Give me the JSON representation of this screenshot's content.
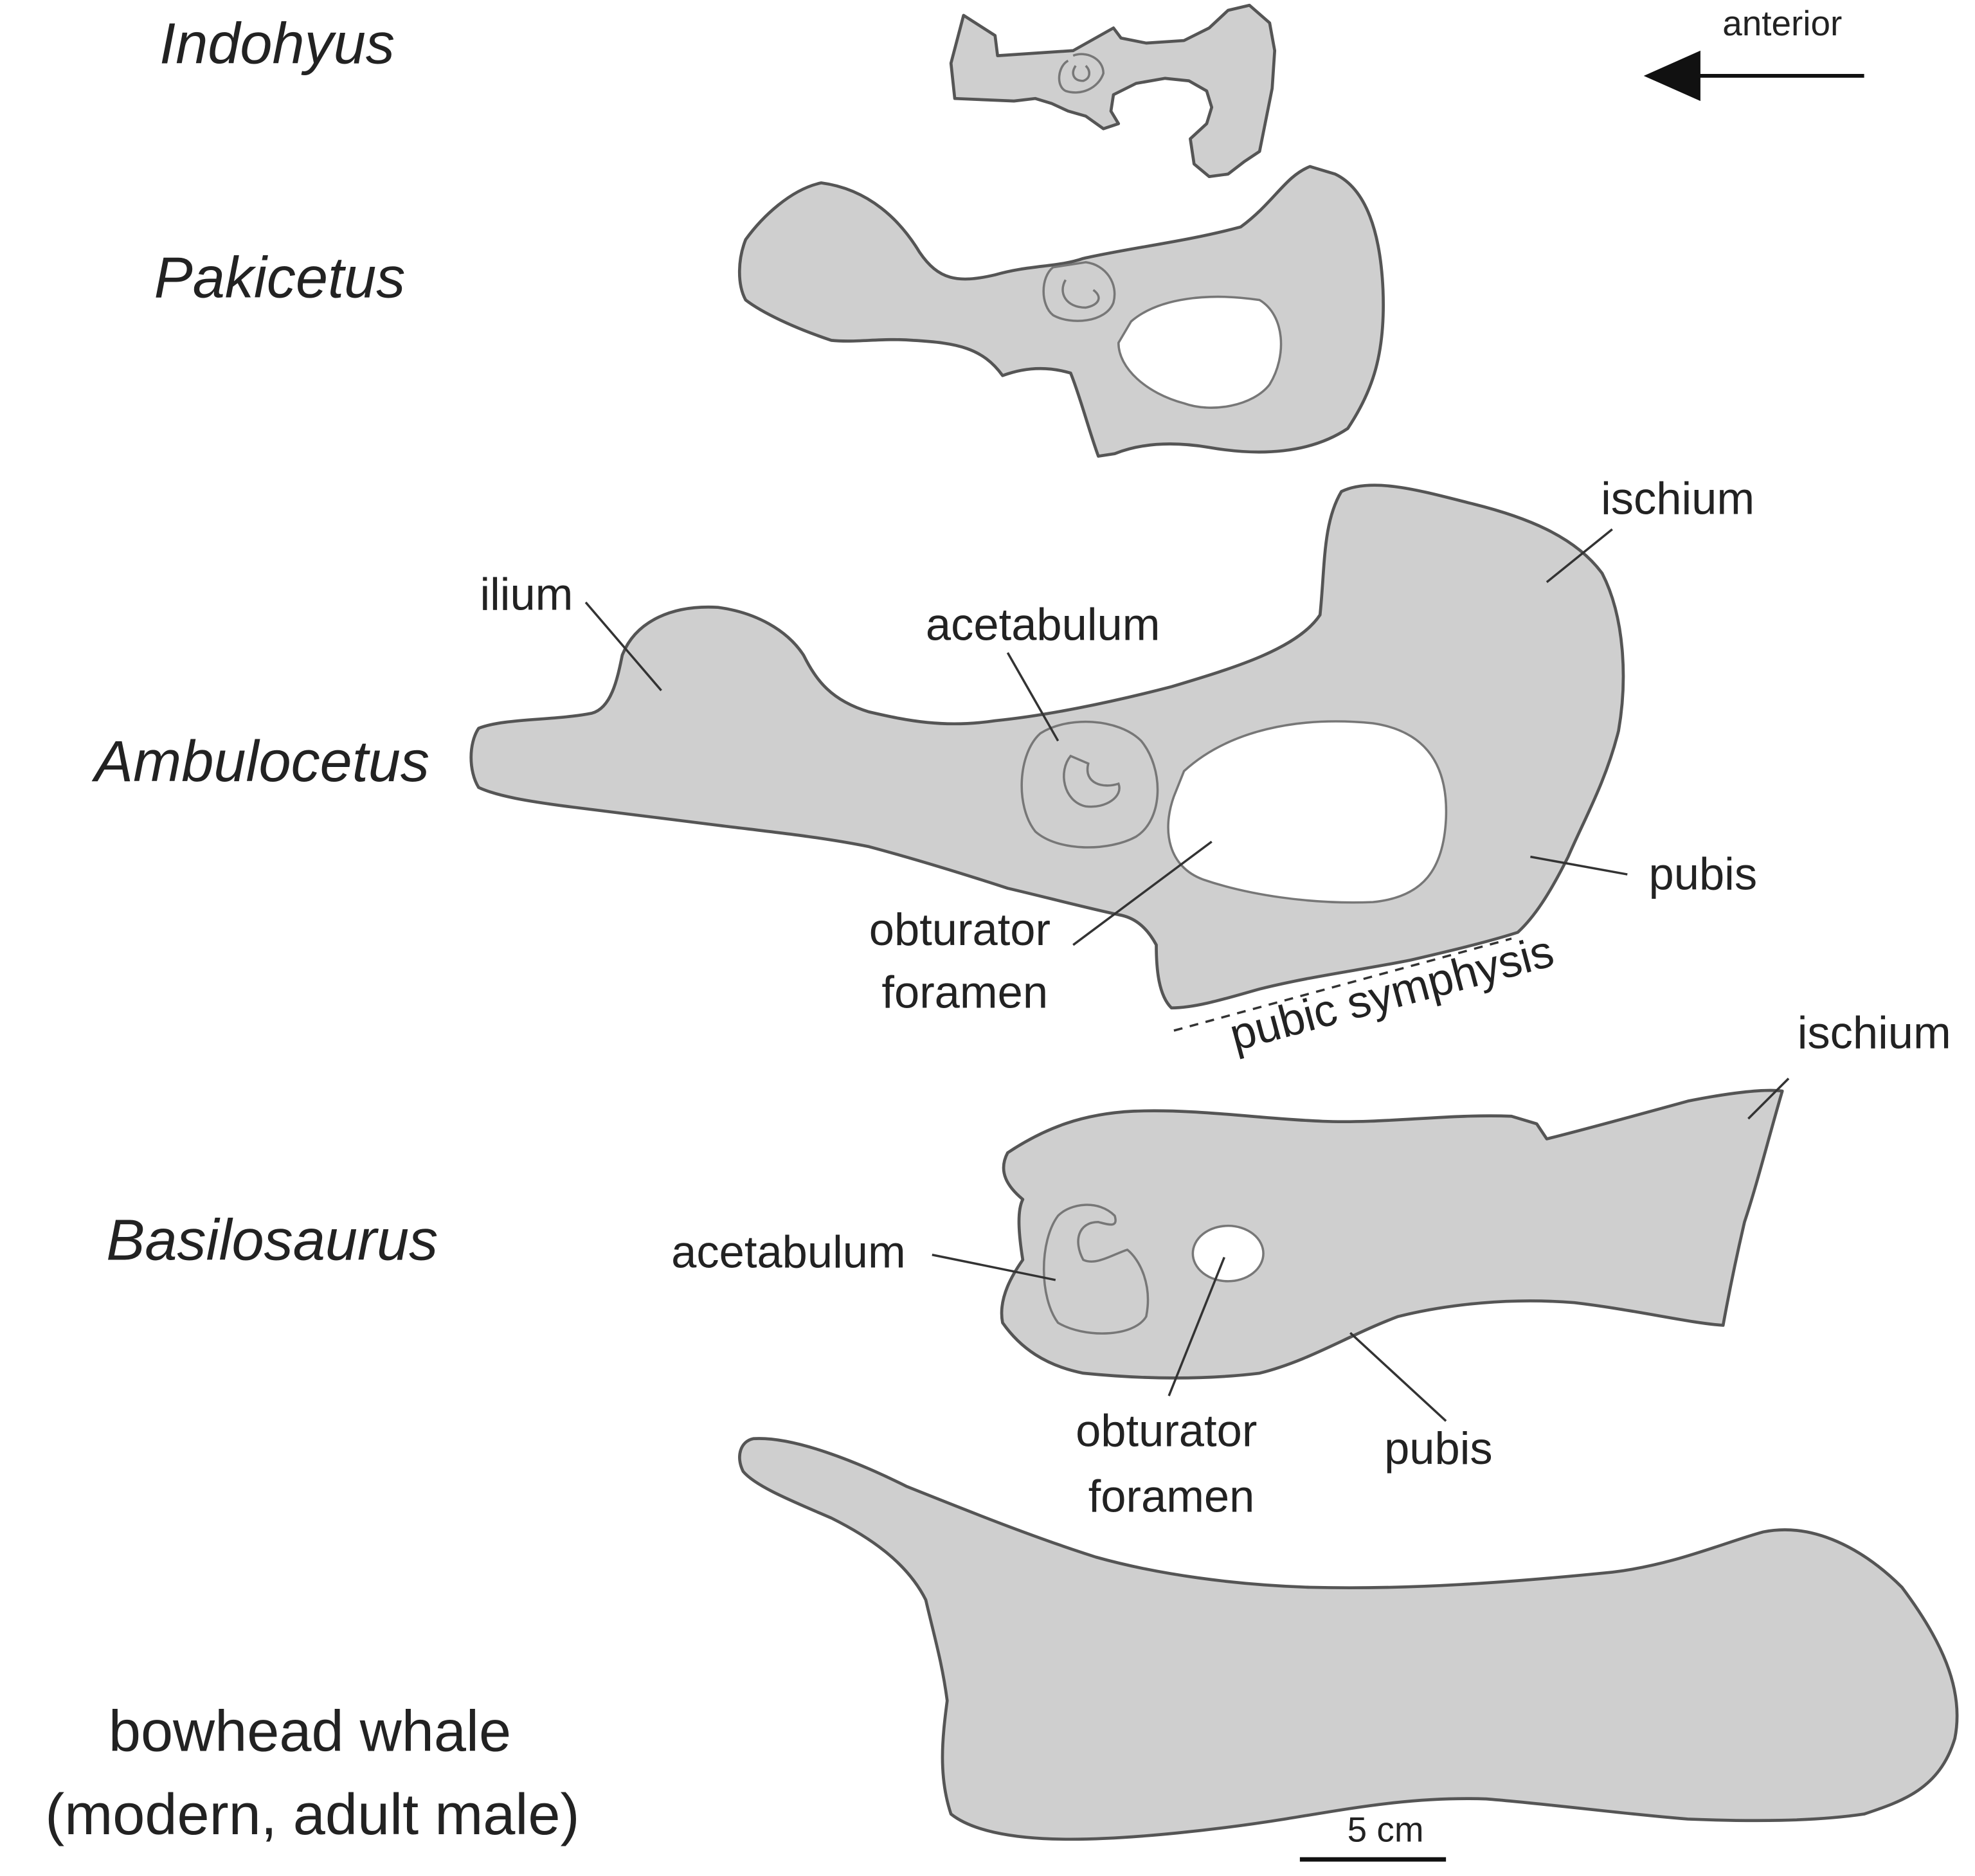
{
  "figure": {
    "orientation": {
      "label": "anterior",
      "arrow_direction": "left"
    },
    "scale_bar": {
      "label": "5 cm"
    },
    "taxa": [
      {
        "name": "Indohyus",
        "italic": true
      },
      {
        "name": "Pakicetus",
        "italic": true
      },
      {
        "name": "Ambulocetus",
        "italic": true
      },
      {
        "name": "Basilosaurus",
        "italic": true
      },
      {
        "name": "bowhead whale",
        "subtitle": "(modern, adult male)",
        "italic": false
      }
    ],
    "labels": {
      "ambulocetus": {
        "ilium": "ilium",
        "acetabulum": "acetabulum",
        "ischium": "ischium",
        "pubis": "pubis",
        "obturator_foramen_line1": "obturator",
        "obturator_foramen_line2": "foramen",
        "pubic_symphysis": "pubic symphysis"
      },
      "basilosaurus": {
        "ischium": "ischium",
        "acetabulum": "acetabulum",
        "pubis": "pubis",
        "obturator_foramen_line1": "obturator",
        "obturator_foramen_line2": "foramen"
      }
    },
    "colors": {
      "bone_fill": "#cfcfcf",
      "outline": "#555555",
      "text": "#222222"
    }
  }
}
